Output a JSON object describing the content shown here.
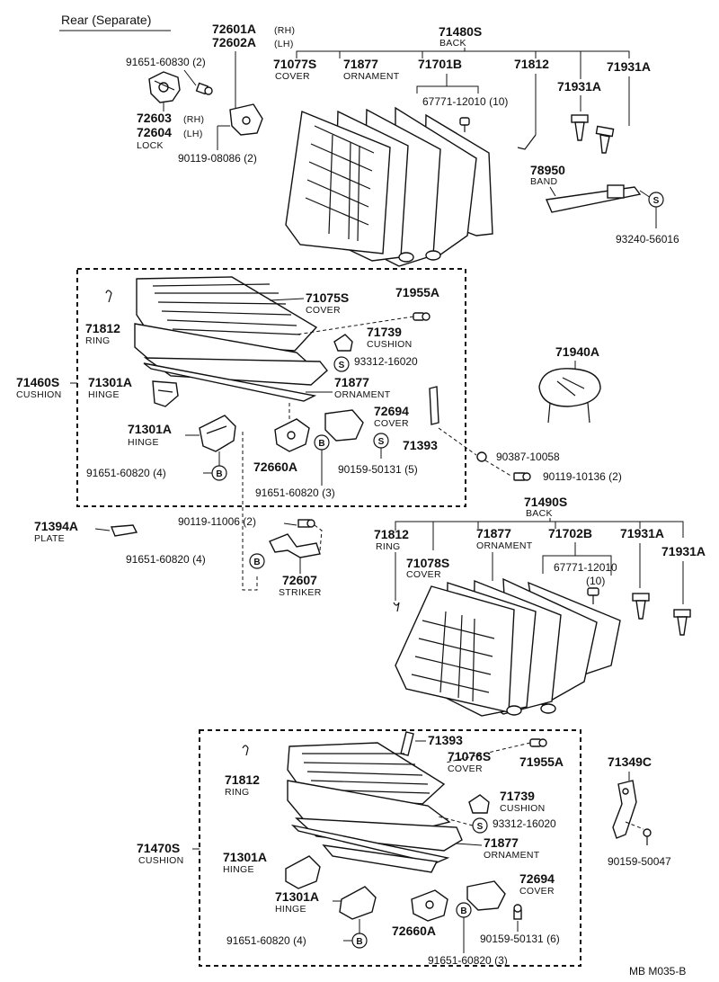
{
  "header": {
    "title": "Rear (Separate)"
  },
  "footer": {
    "code": "MB  M035-B"
  },
  "rear_back_rh": {
    "back": {
      "number": "71480S",
      "name": "BACK"
    },
    "hinge_rh": "72601A",
    "hinge_rh_side": "(RH)",
    "hinge_lh": "72602A",
    "hinge_lh_side": "(LH)",
    "bolt_hinge": "91651-60830 (2)",
    "lock_rh": "72603",
    "lock_rh_side": "(RH)",
    "lock_lh": "72604",
    "lock_lh_side": "(LH)",
    "lock_name": "LOCK",
    "bolt_lock": "90119-08086 (2)",
    "cover": {
      "number": "71077S",
      "name": "COVER"
    },
    "ornament": {
      "number": "71877",
      "name": "ORNAMENT"
    },
    "frame": "71701B",
    "clip": "67771-12010 (10)",
    "ring": "71812",
    "stopper_a": "71931A",
    "stopper_b": "71931A",
    "band": {
      "number": "78950",
      "name": "BAND"
    },
    "screw": "93240-56016"
  },
  "cushion_upper": {
    "assy": {
      "number": "71460S",
      "name": "CUSHION"
    },
    "ring": {
      "number": "71812",
      "name": "RING"
    },
    "cover": {
      "number": "71075S",
      "name": "COVER"
    },
    "pin": "71955A",
    "cushion": {
      "number": "71739",
      "name": "CUSHION"
    },
    "nut": "93312-16020",
    "hinge_a": {
      "number": "71301A",
      "name": "HINGE"
    },
    "ornament": {
      "number": "71877",
      "name": "ORNAMENT"
    },
    "hinge_b": {
      "number": "71301A",
      "name": "HINGE"
    },
    "lock_cover": {
      "number": "72694",
      "name": "COVER"
    },
    "rod": "71393",
    "lock": "72660A",
    "bolt_a": "91651-60820 (4)",
    "screw": "90159-50131 (5)",
    "bolt_b": "91651-60820 (3)"
  },
  "middle": {
    "headrest": "71940A",
    "nut": "90387-10058",
    "bolt": "90119-10136 (2)",
    "back": {
      "number": "71490S",
      "name": "BACK"
    },
    "plate": {
      "number": "71394A",
      "name": "PLATE"
    },
    "bolt_striker": "90119-11006 (2)",
    "bolt_plate": "91651-60820 (4)",
    "striker": {
      "number": "72607",
      "name": "STRIKER"
    }
  },
  "rear_back_lh": {
    "ring": {
      "number": "71812",
      "name": "RING"
    },
    "cover": {
      "number": "71078S",
      "name": "COVER"
    },
    "ornament": {
      "number": "71877",
      "name": "ORNAMENT"
    },
    "frame": "71702B",
    "clip": "67771-12010",
    "clip_qty": "(10)",
    "stopper_a": "71931A",
    "stopper_b": "71931A"
  },
  "cushion_lower": {
    "assy": {
      "number": "71470S",
      "name": "CUSHION"
    },
    "rod": "71393",
    "cover": {
      "number": "71076S",
      "name": "COVER"
    },
    "pin": "71955A",
    "ring": {
      "number": "71812",
      "name": "RING"
    },
    "cushion": {
      "number": "71739",
      "name": "CUSHION"
    },
    "nut": "93312-16020",
    "ornament": {
      "number": "71877",
      "name": "ORNAMENT"
    },
    "hinge_a": {
      "number": "71301A",
      "name": "HINGE"
    },
    "hinge_b": {
      "number": "71301A",
      "name": "HINGE"
    },
    "lock_cover": {
      "number": "72694",
      "name": "COVER"
    },
    "lock": "72660A",
    "bolt_a": "91651-60820 (4)",
    "screw": "90159-50131 (6)",
    "bolt_b": "91651-60820 (3)",
    "bracket": "71349C",
    "bracket_screw": "90159-50047"
  },
  "badges": {
    "b": "B",
    "s": "S"
  }
}
